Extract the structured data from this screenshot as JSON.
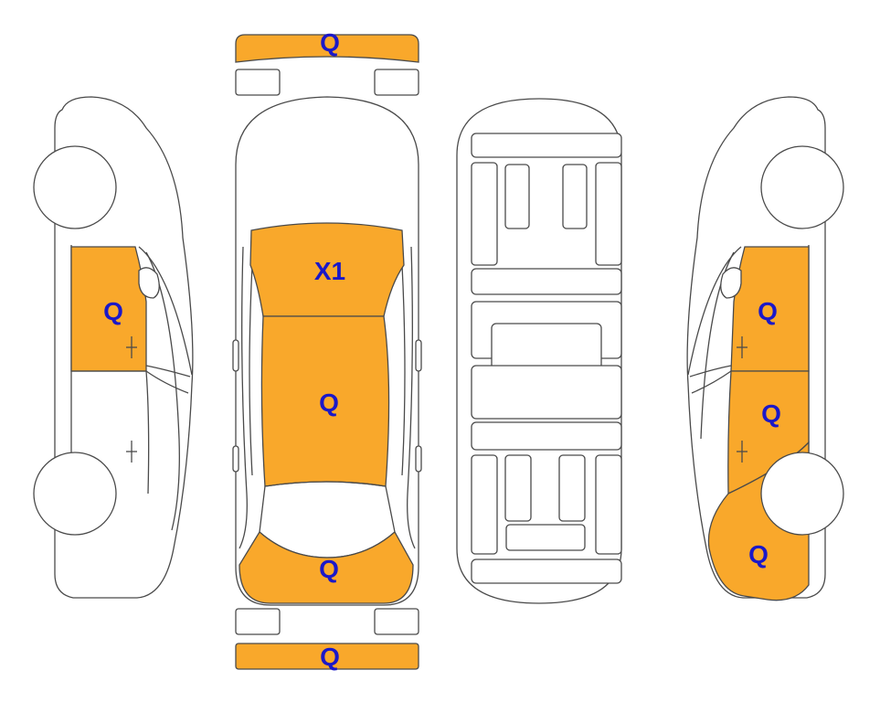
{
  "colors": {
    "marked_fill": "#F9A82B",
    "label_color": "#1B18C8",
    "outline": "#4a4a4a",
    "background": "#ffffff"
  },
  "views": {
    "top": {
      "front_bumper": {
        "code": "Q",
        "marked": true
      },
      "hood": {
        "code": "X1",
        "marked": true
      },
      "roof": {
        "code": "Q",
        "marked": true
      },
      "trunk": {
        "code": "Q",
        "marked": true
      },
      "rear_bumper": {
        "code": "Q",
        "marked": true
      }
    },
    "left_side": {
      "front_door": {
        "code": "Q",
        "marked": true
      }
    },
    "right_side": {
      "front_door": {
        "code": "Q",
        "marked": true
      },
      "rear_door": {
        "code": "Q",
        "marked": true
      },
      "rear_quarter": {
        "code": "Q",
        "marked": true
      }
    }
  }
}
